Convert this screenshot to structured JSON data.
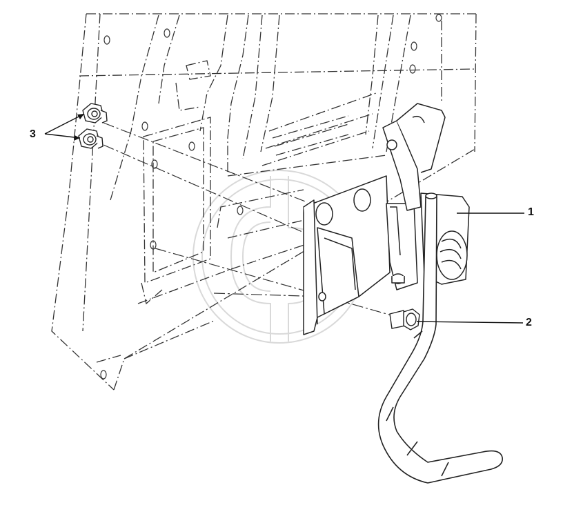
{
  "callouts": [
    {
      "label": "1",
      "part": "bracket-assembly"
    },
    {
      "label": "2",
      "part": "bolt"
    },
    {
      "label": "3",
      "part": "lock-nuts"
    }
  ],
  "colors": {
    "line": "#222222",
    "phantom": "#333333",
    "watermark": "#d9d9d9"
  }
}
